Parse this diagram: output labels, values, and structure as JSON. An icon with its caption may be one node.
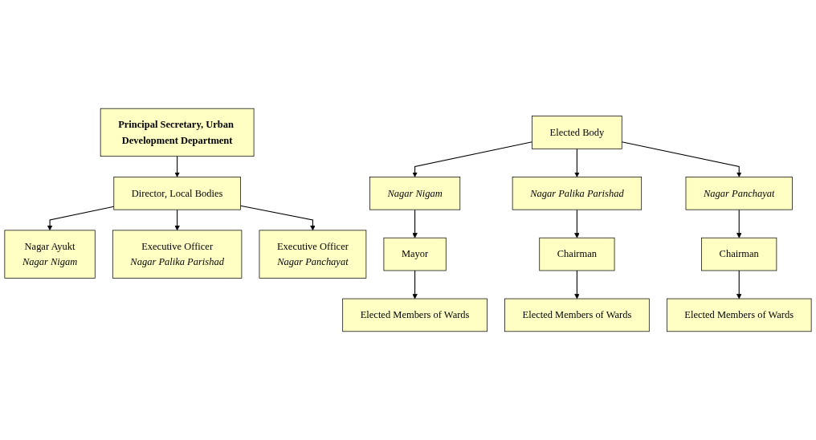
{
  "diagram": {
    "nodes": [
      {
        "text": [
          "Principal Secretary, Urban Development Department"
        ]
      },
      {
        "text": [
          "Director, Local Bodies"
        ]
      },
      {
        "text": [
          "Nagar Ayukt",
          "Nagar Nigam"
        ]
      },
      {
        "text": [
          "Executive Officer",
          "Nagar Palika Parishad"
        ]
      },
      {
        "text": [
          "Executive Officer",
          "Nagar Panchayat"
        ]
      },
      {
        "text": [
          "Elected Body"
        ]
      },
      {
        "text": [
          "Nagar Nigam"
        ]
      },
      {
        "text": [
          "Nagar Palika Parishad"
        ]
      },
      {
        "text": [
          "Nagar Panchayat"
        ]
      },
      {
        "text": [
          "Mayor"
        ]
      },
      {
        "text": [
          "Chairman"
        ]
      },
      {
        "text": [
          "Chairman"
        ]
      },
      {
        "text": [
          "Elected Members of Wards"
        ]
      },
      {
        "text": [
          "Elected Members of Wards"
        ]
      },
      {
        "text": [
          "Elected Members of Wards"
        ]
      }
    ],
    "edges": [
      {
        "from": 0,
        "to": 1,
        "arrow": "to"
      },
      {
        "from": 1,
        "to": 2,
        "arrow": "to"
      },
      {
        "from": 1,
        "to": 3,
        "arrow": "to"
      },
      {
        "from": 1,
        "to": 4,
        "arrow": "to"
      },
      {
        "from": 5,
        "to": 6,
        "arrow": "to"
      },
      {
        "from": 5,
        "to": 7,
        "arrow": "to"
      },
      {
        "from": 5,
        "to": 8,
        "arrow": "to"
      },
      {
        "from": 6,
        "to": 9,
        "arrow": "to"
      },
      {
        "from": 7,
        "to": 10,
        "arrow": "to"
      },
      {
        "from": 8,
        "to": 11,
        "arrow": "to"
      },
      {
        "from": 9,
        "to": 12,
        "arrow": "to"
      },
      {
        "from": 10,
        "to": 13,
        "arrow": "to"
      },
      {
        "from": 11,
        "to": 14,
        "arrow": "to"
      }
    ]
  }
}
